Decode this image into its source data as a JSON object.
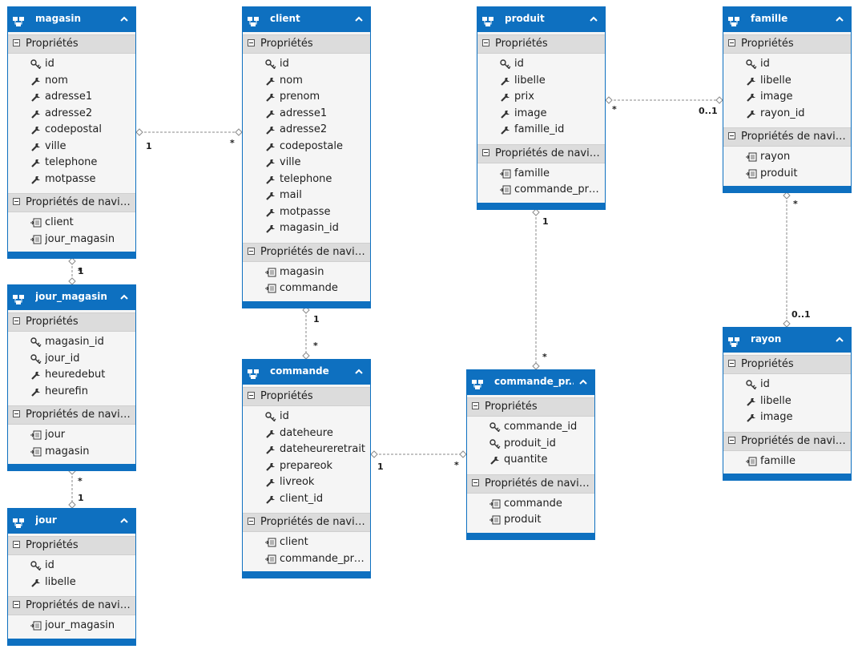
{
  "diagram": {
    "entities": [
      {
        "id": "magasin",
        "title": "magasin",
        "properties": [
          "id",
          "nom",
          "adresse1",
          "adresse2",
          "codepostal",
          "ville",
          "telephone",
          "motpasse"
        ],
        "key_properties": [
          "id"
        ],
        "navigation": [
          "client",
          "jour_magasin"
        ]
      },
      {
        "id": "client",
        "title": "client",
        "properties": [
          "id",
          "nom",
          "prenom",
          "adresse1",
          "adresse2",
          "codepostale",
          "ville",
          "telephone",
          "mail",
          "motpasse",
          "magasin_id"
        ],
        "key_properties": [
          "id"
        ],
        "navigation": [
          "magasin",
          "commande"
        ]
      },
      {
        "id": "produit",
        "title": "produit",
        "properties": [
          "id",
          "libelle",
          "prix",
          "image",
          "famille_id"
        ],
        "key_properties": [
          "id"
        ],
        "navigation": [
          "famille",
          "commande_pro..."
        ]
      },
      {
        "id": "famille",
        "title": "famille",
        "properties": [
          "id",
          "libelle",
          "image",
          "rayon_id"
        ],
        "key_properties": [
          "id"
        ],
        "navigation": [
          "rayon",
          "produit"
        ]
      },
      {
        "id": "jour_magasin",
        "title": "jour_magasin",
        "properties": [
          "magasin_id",
          "jour_id",
          "heuredebut",
          "heurefin"
        ],
        "key_properties": [
          "magasin_id",
          "jour_id"
        ],
        "navigation": [
          "jour",
          "magasin"
        ]
      },
      {
        "id": "commande",
        "title": "commande",
        "properties": [
          "id",
          "dateheure",
          "dateheureretrait",
          "prepareok",
          "livreok",
          "client_id"
        ],
        "key_properties": [
          "id"
        ],
        "navigation": [
          "client",
          "commande_pro..."
        ]
      },
      {
        "id": "commande_pr",
        "title": "commande_pr...",
        "properties": [
          "commande_id",
          "produit_id",
          "quantite"
        ],
        "key_properties": [
          "commande_id",
          "produit_id"
        ],
        "navigation": [
          "commande",
          "produit"
        ]
      },
      {
        "id": "rayon",
        "title": "rayon",
        "properties": [
          "id",
          "libelle",
          "image"
        ],
        "key_properties": [
          "id"
        ],
        "navigation": [
          "famille"
        ]
      },
      {
        "id": "jour",
        "title": "jour",
        "properties": [
          "id",
          "libelle"
        ],
        "key_properties": [
          "id"
        ],
        "navigation": [
          "jour_magasin"
        ]
      }
    ],
    "section_labels": {
      "properties": "Propriétés",
      "navigation": "Propriétés de navig..."
    },
    "relations": [
      {
        "from": "magasin",
        "to": "client",
        "from_mult": "1",
        "to_mult": "*"
      },
      {
        "from": "magasin",
        "to": "jour_magasin",
        "from_mult": "1",
        "to_mult": "*"
      },
      {
        "from": "jour_magasin",
        "to": "jour",
        "from_mult": "*",
        "to_mult": "1"
      },
      {
        "from": "client",
        "to": "commande",
        "from_mult": "1",
        "to_mult": "*"
      },
      {
        "from": "commande",
        "to": "commande_pr",
        "from_mult": "1",
        "to_mult": "*"
      },
      {
        "from": "produit",
        "to": "commande_pr",
        "from_mult": "1",
        "to_mult": "*"
      },
      {
        "from": "produit",
        "to": "famille",
        "from_mult": "*",
        "to_mult": "0..1"
      },
      {
        "from": "famille",
        "to": "rayon",
        "from_mult": "*",
        "to_mult": "0..1"
      }
    ],
    "colors": {
      "accent": "#0e70c0",
      "section": "#dcdcdc",
      "body": "#f5f5f5",
      "link": "#8a8a8a"
    }
  }
}
